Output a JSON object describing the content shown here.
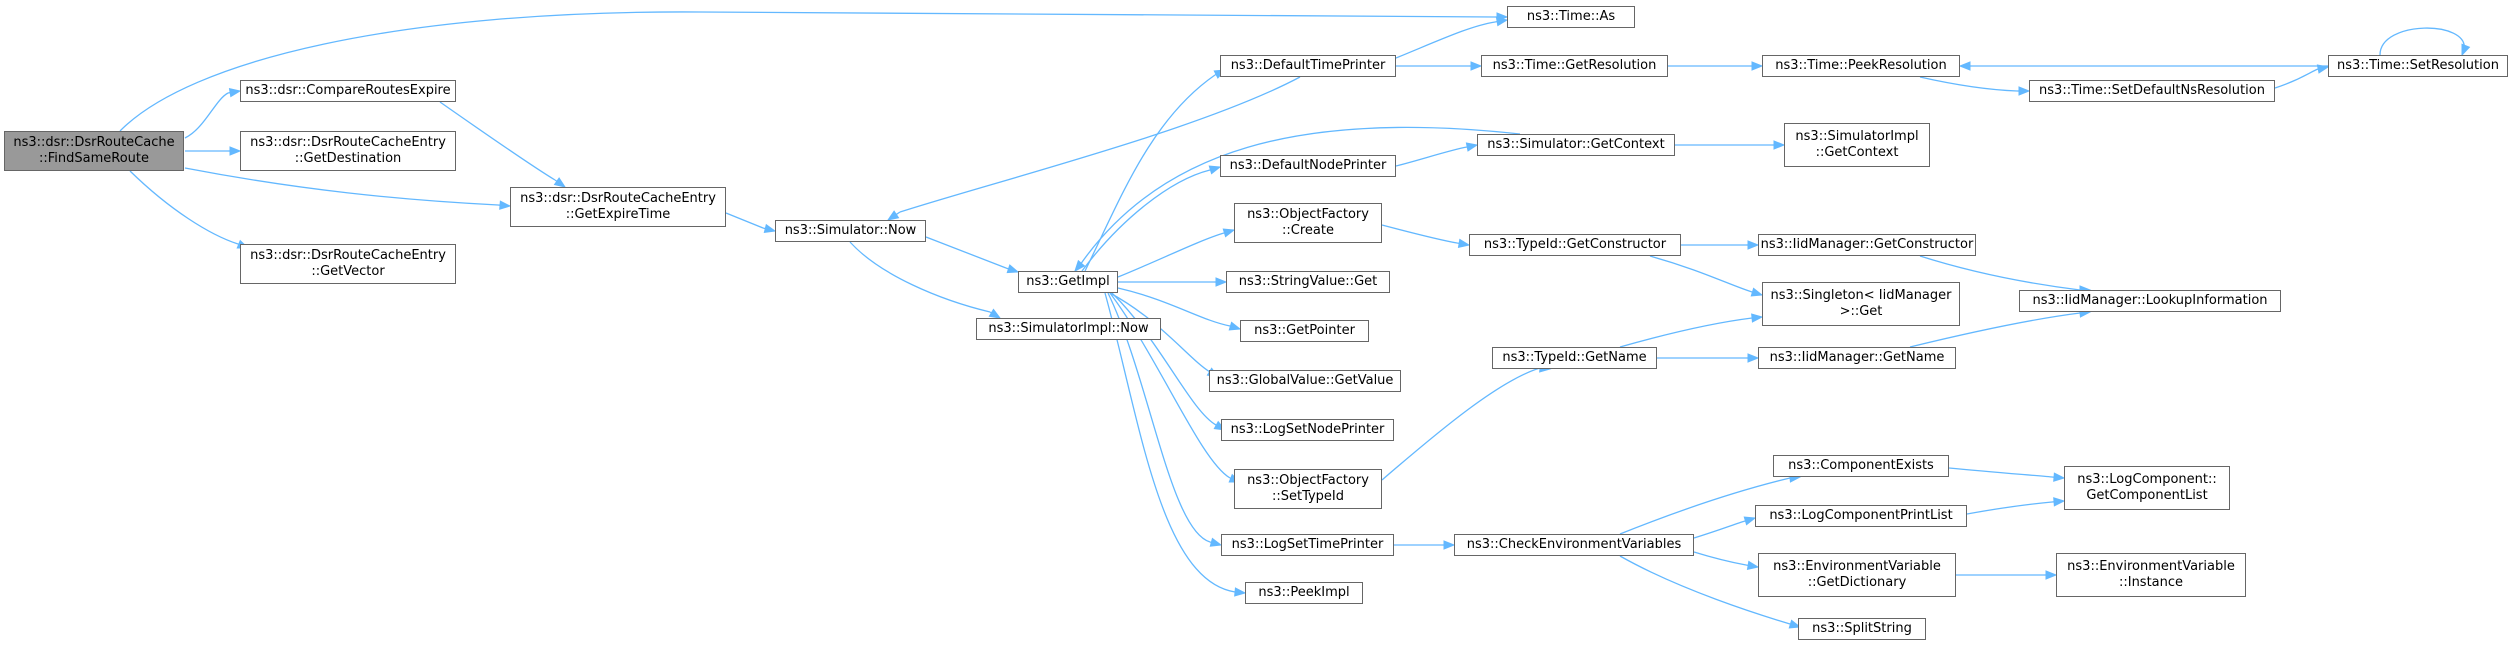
{
  "colors": {
    "edge": "#63b8ff",
    "node_border": "#666666",
    "root_fill": "#999999",
    "node_fill": "#ffffff"
  },
  "nodes": {
    "findsameroute": {
      "lines": [
        "ns3::dsr::DsrRouteCache",
        "::FindSameRoute"
      ]
    },
    "compareroutesexpire": {
      "lines": [
        "ns3::dsr::CompareRoutesExpire"
      ]
    },
    "getdestination": {
      "lines": [
        "ns3::dsr::DsrRouteCacheEntry",
        "::GetDestination"
      ]
    },
    "getexpiretime": {
      "lines": [
        "ns3::dsr::DsrRouteCacheEntry",
        "::GetExpireTime"
      ]
    },
    "getvector": {
      "lines": [
        "ns3::dsr::DsrRouteCacheEntry",
        "::GetVector"
      ]
    },
    "simulator_now": {
      "lines": [
        "ns3::Simulator::Now"
      ]
    },
    "simulatorimpl_now": {
      "lines": [
        "ns3::SimulatorImpl::Now"
      ]
    },
    "getimpl": {
      "lines": [
        "ns3::GetImpl"
      ]
    },
    "defaulttimeprinter": {
      "lines": [
        "ns3::DefaultTimePrinter"
      ]
    },
    "defaultnodeprinter": {
      "lines": [
        "ns3::DefaultNodePrinter"
      ]
    },
    "objectfactory_create": {
      "lines": [
        "ns3::ObjectFactory",
        "::Create"
      ]
    },
    "stringvalue_get": {
      "lines": [
        "ns3::StringValue::Get"
      ]
    },
    "getpointer": {
      "lines": [
        "ns3::GetPointer"
      ]
    },
    "globalvalue_getvalue": {
      "lines": [
        "ns3::GlobalValue::GetValue"
      ]
    },
    "logsetnodeprinter": {
      "lines": [
        "ns3::LogSetNodePrinter"
      ]
    },
    "objectfactory_settypeid": {
      "lines": [
        "ns3::ObjectFactory",
        "::SetTypeId"
      ]
    },
    "logsettimeprinter": {
      "lines": [
        "ns3::LogSetTimePrinter"
      ]
    },
    "peekimpl": {
      "lines": [
        "ns3::PeekImpl"
      ]
    },
    "time_as": {
      "lines": [
        "ns3::Time::As"
      ]
    },
    "time_getresolution": {
      "lines": [
        "ns3::Time::GetResolution"
      ]
    },
    "time_peekresolution": {
      "lines": [
        "ns3::Time::PeekResolution"
      ]
    },
    "time_setdefaultnsresolution": {
      "lines": [
        "ns3::Time::SetDefaultNsResolution"
      ]
    },
    "time_setresolution": {
      "lines": [
        "ns3::Time::SetResolution"
      ]
    },
    "simulator_getcontext": {
      "lines": [
        "ns3::Simulator::GetContext"
      ]
    },
    "simulatorimpl_getcontext": {
      "lines": [
        "ns3::SimulatorImpl",
        "::GetContext"
      ]
    },
    "typeid_getconstructor": {
      "lines": [
        "ns3::TypeId::GetConstructor"
      ]
    },
    "iidmanager_getconstructor": {
      "lines": [
        "ns3::IidManager::GetConstructor"
      ]
    },
    "singleton_get": {
      "lines": [
        "ns3::Singleton< IidManager",
        " >::Get"
      ]
    },
    "iidmanager_lookupinformation": {
      "lines": [
        "ns3::IidManager::LookupInformation"
      ]
    },
    "typeid_getname": {
      "lines": [
        "ns3::TypeId::GetName"
      ]
    },
    "iidmanager_getname": {
      "lines": [
        "ns3::IidManager::GetName"
      ]
    },
    "checkenvironmentvariables": {
      "lines": [
        "ns3::CheckEnvironmentVariables"
      ]
    },
    "componentexists": {
      "lines": [
        "ns3::ComponentExists"
      ]
    },
    "logcomponentprintlist": {
      "lines": [
        "ns3::LogComponentPrintList"
      ]
    },
    "environmentvariable_getdictionary": {
      "lines": [
        "ns3::EnvironmentVariable",
        "::GetDictionary"
      ]
    },
    "splitstring": {
      "lines": [
        "ns3::SplitString"
      ]
    },
    "logcomponent_getcomponentlist": {
      "lines": [
        "ns3::LogComponent::",
        "GetComponentList"
      ]
    },
    "environmentvariable_instance": {
      "lines": [
        "ns3::EnvironmentVariable",
        "::Instance"
      ]
    }
  }
}
